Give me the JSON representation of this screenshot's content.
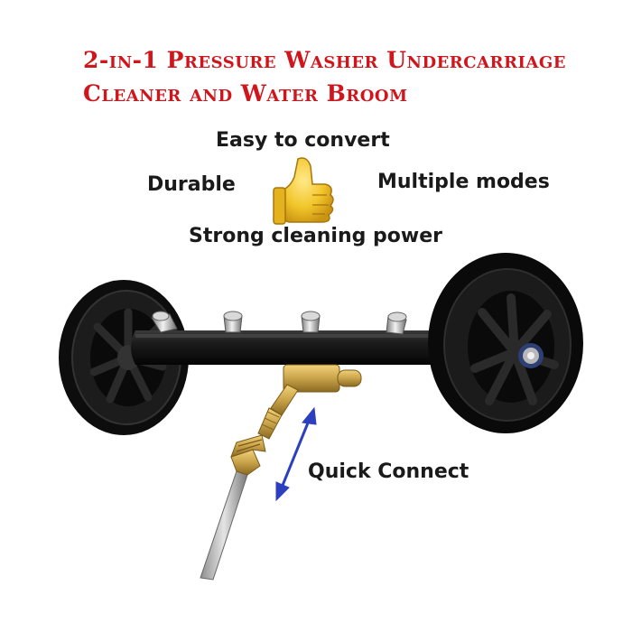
{
  "title": {
    "line1": "2-in-1 Pressure Washer Undercarriage",
    "line2": "Cleaner and Water Broom"
  },
  "features": {
    "easy": "Easy to convert",
    "durable": "Durable",
    "modes": "Multiple modes",
    "power": "Strong cleaning power"
  },
  "callout": "Quick Connect",
  "colors": {
    "title": "#d0161d",
    "wheel": "#111111",
    "brass": "#c9a34a",
    "arrow": "#2b3fbf"
  },
  "icons": [
    "thumbs-up-icon",
    "double-arrow-icon"
  ]
}
